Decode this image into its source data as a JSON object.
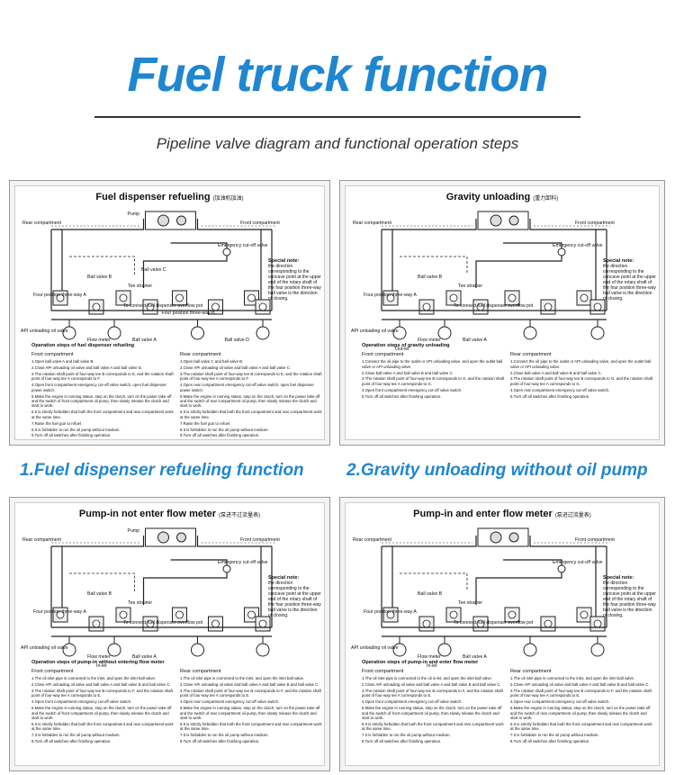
{
  "header": {
    "title": "Fuel truck function",
    "subtitle": "Pipeline valve diagram and functional operation steps"
  },
  "captions": {
    "p1": "1.Fuel dispenser refueling function",
    "p2": "2.Gravity unloading without oil pump"
  },
  "panels": [
    {
      "title": "Fuel dispenser refueling",
      "title_cn": "(加油机加油)",
      "labels": {
        "rear": "Rear compartment",
        "front": "Front compartment",
        "pump": "Pump",
        "emergency": "Emergency cut-off valve",
        "ball_b": "Ball valve B",
        "ball_c": "Ball valve C",
        "ball_d": "Ball valve D",
        "ball_a": "Ball valve A",
        "tee": "Tee strainer",
        "fourway": "Four position three-way A",
        "fourway_b": "Four position three-way B",
        "api": "API unloading oil valve",
        "flow": "Flow meter",
        "connect": "To connect fuel dispenser overflow pot"
      },
      "note_title": "Special note:",
      "note": "the direction corresponding to the concave point at the upper end of the rotary shaft of the four position three-way ball valve is the direction of closing.",
      "ops_title": "Operation steps of fuel dispenser refueling",
      "col1_head": "Front compartment",
      "col2_head": "Rear compartment",
      "col1": [
        "1.Open ball valve A and ball valve B.",
        "2.Close API unloading oil valve and ball valve A and ball valve D.",
        "3.The rotation shaft point of four-way tee B corresponds to E, and the rotation shaft point of four-way tee A corresponds to F.",
        "4.Open front compartment emergency cut-off valve switch, open fuel dispenser power switch.",
        "5.Make the engine in running status, step on the clutch, turn on the power take-off and the switch of front compartment oil pump, then slowly release the clutch and start to work.",
        "6.It is strictly forbidden that both the front compartment and rear compartment work at the same time.",
        "7.Raise the fuel gun to refuel.",
        "8.It is forbidden to run the oil pump without medium.",
        "9.Turn off all switches after finishing operation."
      ],
      "col2": [
        "1.Open ball valve C and ball valve B.",
        "2.Close API unloading oil valve and ball valve A and ball valve C.",
        "3.The rotation shaft point of four-way tee B corresponds to E, and the rotation shaft point of four-way tee A corresponds to F.",
        "4.Open rear compartment emergency cut-off valve switch, open fuel dispenser power switch.",
        "5.Make the engine in running status, step on the clutch, turn on the power take-off and the switch of rear compartment oil pump, then slowly release the clutch and start to work.",
        "6.It is strictly forbidden that both the front compartment and rear compartment work at the same time.",
        "7.Raise the fuel gun to refuel.",
        "8.It is forbidden to run the oil pump without medium.",
        "9.Turn off all switches after finishing operation."
      ]
    },
    {
      "title": "Gravity unloading",
      "title_cn": "(重力卸料)",
      "labels": {
        "rear": "Rear compartment",
        "front": "Front compartment",
        "emergency": "Emergency cut-off valve",
        "ball_b": "Ball valve B",
        "ball_a": "Ball valve A",
        "tee": "Tee strainer",
        "fourway": "Four position three-way A",
        "api": "API unloading oil valve",
        "flow": "Flow meter",
        "outlet": "Out-let",
        "connect": "To connect fuel dispenser overflow pot"
      },
      "note_title": "Special note:",
      "note": "the direction corresponding to the concave point at the upper end of the rotary shaft of the four position three-way ball valve is the direction of closing.",
      "ops_title": "Operation steps of gravity unloading",
      "col1_head": "Front compartment",
      "col2_head": "Rear compartment",
      "col1": [
        "1.Connect the oil pipe to the outlet or API unloading valve, and open the outlet ball valve or API unloading valve.",
        "2.Close ball valve A and ball valve B and ball valve C.",
        "3.The rotation shaft point of four-way tee B corresponds to G, and the rotation shaft point of four-way tee A corresponds to G.",
        "4.Open front compartment emergency cut-off valve switch.",
        "5.Turn off all switches after finishing operation."
      ],
      "col2": [
        "1.Connect the oil pipe to the outlet or API unloading valve, and open the outlet ball valve or API unloading valve.",
        "2.Close ball valve A and ball valve B and ball valve C.",
        "3.The rotation shaft point of four-way tee B corresponds to G, and the rotation shaft point of four-way tee A corresponds to G.",
        "4.Open rear compartment emergency cut-off valve switch.",
        "5.Turn off all switches after finishing operation."
      ]
    },
    {
      "title": "Pump-in not enter flow meter",
      "title_cn": "(泵进不过流量表)",
      "labels": {
        "rear": "Rear compartment",
        "front": "Front compartment",
        "pump": "Pump",
        "emergency": "Emergency cut-off valve",
        "ball_b": "Ball valve B",
        "ball_a": "Ball valve A",
        "tee": "Tee strainer",
        "fourway": "Four position three-way A",
        "api": "API unloading oil valve",
        "flow": "Flow meter",
        "inlet": "In-let",
        "connect": "To connect fuel dispenser overflow pot"
      },
      "note_title": "Special note:",
      "note": "the direction corresponding to the concave point at the upper end of the rotary shaft of the four position three-way ball valve is the direction of closing.",
      "ops_title": "Operation steps of pump-in without entering flow meter",
      "col1_head": "Front compartment",
      "col2_head": "Rear compartment",
      "col1": [
        "1.The oil inlet pipe is connected to the inlet, and open the inlet ball valve.",
        "2.Close API unloading oil valve and ball valve A and ball valve B and ball valve C.",
        "3.The rotation shaft point of four-way tee B corresponds to F, and the rotation shaft point of four-way tee A corresponds to E.",
        "4.Open front compartment emergency cut-off valve switch.",
        "5.Make the engine in running status, step on the clutch, turn on the power take-off and the switch of front compartment oil pump, then slowly release the clutch and start to work.",
        "6.It is strictly forbidden that both the front compartment and rear compartment work at the same time.",
        "7.It is forbidden to run the oil pump without medium.",
        "8.Turn off all switches after finishing operation."
      ],
      "col2": [
        "1.The oil inlet pipe is connected to the inlet, and open the inlet ball valve.",
        "2.Close API unloading oil valve and ball valve A and ball valve B and ball valve C.",
        "3.The rotation shaft point of four-way tee B corresponds to F, and the rotation shaft point of four-way tee A corresponds to E.",
        "4.Open rear compartment emergency cut-off valve switch.",
        "5.Make the engine in running status, step on the clutch, turn on the power take-off and the switch of rear compartment oil pump, then slowly release the clutch and start to work.",
        "6.It is strictly forbidden that both the front compartment and rear compartment work at the same time.",
        "7.It is forbidden to run the oil pump without medium.",
        "8.Turn off all switches after finishing operation."
      ]
    },
    {
      "title": "Pump-in and enter flow meter",
      "title_cn": "(泵进过流量表)",
      "labels": {
        "rear": "Rear compartment",
        "front": "Front compartment",
        "emergency": "Emergency cut-off valve",
        "ball_b": "Ball valve B",
        "ball_a": "Ball valve A",
        "tee": "Tee strainer",
        "fourway": "Four position three-way A",
        "api": "API unloading oil valve",
        "flow": "Flow meter",
        "inlet": "In-let",
        "connect": "To connect fuel dispenser overflow pot"
      },
      "note_title": "Special note:",
      "note": "the direction corresponding to the concave point at the upper end of the rotary shaft of the four position three-way ball valve is the direction of closing.",
      "ops_title": "Operation steps of pump-in and enter flow meter",
      "col1_head": "Front compartment",
      "col2_head": "Rear compartment",
      "col1": [
        "1.The oil inlet pipe is connected to the oil in-let, and open the inlet ball valve.",
        "2.Close API unloading oil valve and ball valve A and ball valve B and ball valve C.",
        "3.The rotation shaft point of four-way tee B corresponds to F, and the rotation shaft point of four-way tee A corresponds to E.",
        "4.Open front compartment emergency cut-off valve switch.",
        "5.Make the engine in running status, step on the clutch, turn on the power take-off and the switch of front compartment oil pump, then slowly release the clutch and start to work.",
        "6.It is strictly forbidden that both the front compartment and rear compartment work at the same time.",
        "7.It is forbidden to run the oil pump without medium.",
        "8.Turn off all switches after finishing operation."
      ],
      "col2": [
        "1.The oil inlet pipe is connected to the inlet, and open the inlet ball valve.",
        "2.Close API unloading oil valve and ball valve A and ball valve B and ball valve C.",
        "3.The rotation shaft point of four-way tee B corresponds to F, and the rotation shaft point of four-way tee A corresponds to E.",
        "4.Open rear compartment emergency cut-off valve switch.",
        "5.Make the engine in running status, step on the clutch, turn on the power take-off and the switch of rear compartment oil pump, then slowly release the clutch and start to work.",
        "6.It is strictly forbidden that both the front compartment and rear compartment work at the same time.",
        "7.It is forbidden to run the oil pump without medium.",
        "8.Turn off all switches after finishing operation."
      ]
    }
  ],
  "colors": {
    "accent": "#1f86d0",
    "line": "#222222"
  }
}
